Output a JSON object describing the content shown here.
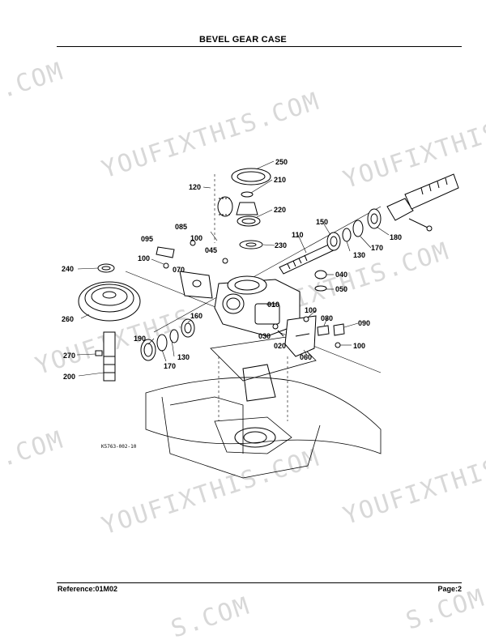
{
  "header": {
    "title": "BEVEL GEAR CASE"
  },
  "footer": {
    "reference": "Reference:01M02",
    "page": "Page:2"
  },
  "watermark": {
    "text": "YOUFIXTHIS.COM",
    "partial_left": "S.COM",
    "partial_right": "YOUFIXTHIS"
  },
  "diagram": {
    "figure_code": "K5763-002-10",
    "part_labels": {
      "p250": "250",
      "p210": "210",
      "p120": "120",
      "p220": "220",
      "p085": "085",
      "p095": "095",
      "p100a": "100",
      "p045": "045",
      "p230": "230",
      "p110": "110",
      "p150": "150",
      "p170a": "170",
      "p180": "180",
      "p130a": "130",
      "p040": "040",
      "p050": "050",
      "p240": "240",
      "p100b": "100",
      "p070": "070",
      "p010": "010",
      "p260": "260",
      "p160": "160",
      "p100c": "100",
      "p080": "080",
      "p090": "090",
      "p190": "190",
      "p030": "030",
      "p020": "020",
      "p100d": "100",
      "p130b": "130",
      "p060": "060",
      "p270": "270",
      "p170b": "170",
      "p200": "200"
    }
  }
}
